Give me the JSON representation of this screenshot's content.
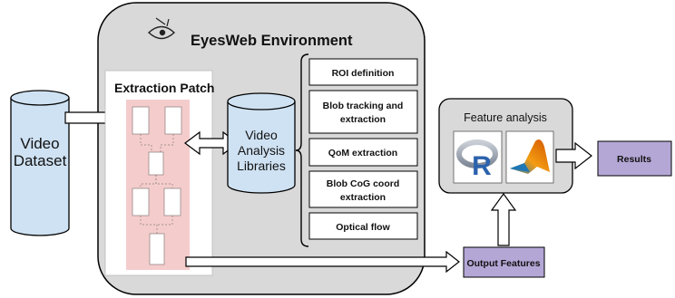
{
  "environment": {
    "title": "EyesWeb Environment",
    "icon": "eye-icon",
    "fill_color": "#d9d9d9"
  },
  "dataset": {
    "line1": "Video",
    "line2": "Dataset",
    "fill_color": "#cfe2f3"
  },
  "extraction_patch": {
    "title": "Extraction Patch",
    "patch_fill": "#f4cccc"
  },
  "libraries": {
    "line1": "Video",
    "line2": "Analysis",
    "line3": "Libraries",
    "fill_color": "#cfe2f3"
  },
  "modules": [
    {
      "lines": [
        "ROI definition"
      ]
    },
    {
      "lines": [
        "Blob tracking and",
        "extraction"
      ]
    },
    {
      "lines": [
        "QoM extraction"
      ]
    },
    {
      "lines": [
        "Blob CoG coord",
        "extraction"
      ]
    },
    {
      "lines": [
        "Optical flow"
      ]
    }
  ],
  "feature_analysis": {
    "title": "Feature analysis",
    "tools": [
      "r-logo-icon",
      "matlab-logo-icon"
    ]
  },
  "output_features": {
    "label": "Output Features",
    "fill_color": "#b4a7d6"
  },
  "results": {
    "label": "Results",
    "fill_color": "#b4a7d6"
  }
}
